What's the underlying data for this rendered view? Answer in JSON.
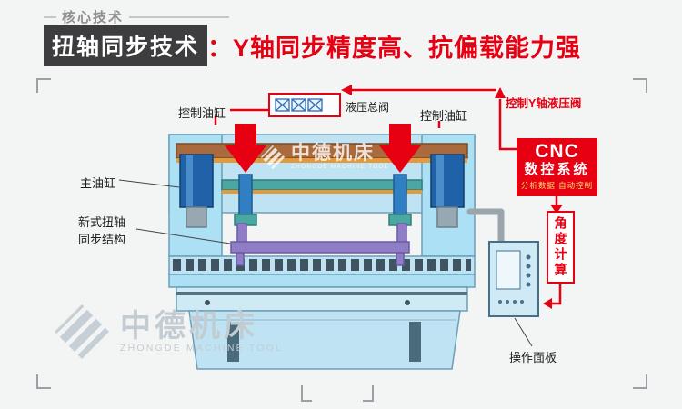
{
  "header": {
    "kicker": "核心技术",
    "title": "扭轴同步技术",
    "subtitle": "：Y轴同步精度高、抗偏载能力强"
  },
  "diagram": {
    "labels": {
      "control_cylinder_left": "控制油缸",
      "control_cylinder_right": "控制油缸",
      "hydraulic_main_valve": "液压总阀",
      "control_y_valve": "控制Y轴液压阀",
      "main_cylinder": "主油缸",
      "torsion_line1": "新式扭轴",
      "torsion_line2": "同步结构",
      "operation_panel": "操作面板"
    },
    "cnc_box": {
      "title": "CNC",
      "subtitle": "数控系统",
      "detail": "分析数据 自动控制"
    },
    "angle_box": {
      "text": "角度计算"
    }
  },
  "watermark": {
    "cn": "中德机床",
    "en": "ZHONGDE MACHINE TOOL"
  },
  "colors": {
    "accent_red": "#e60012",
    "title_box_bg": "#3d3d3f",
    "machine_blue": "#bfe3f2"
  }
}
